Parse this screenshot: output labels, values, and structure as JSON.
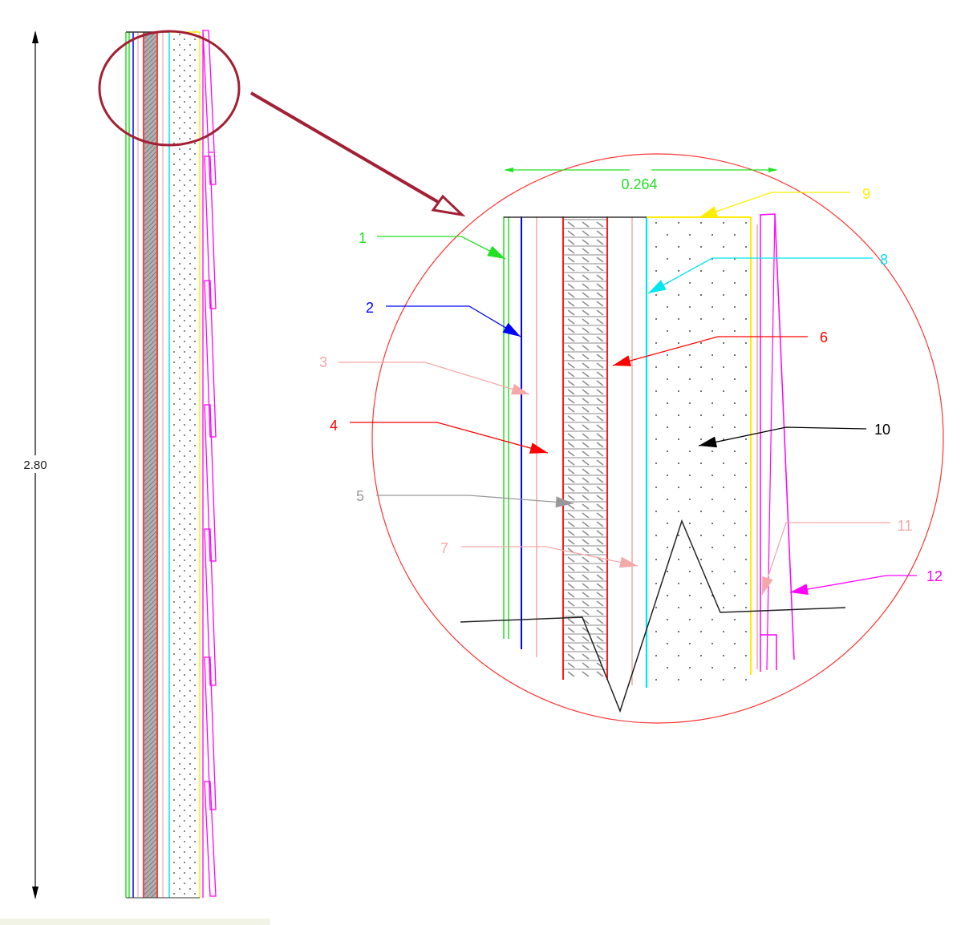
{
  "overall": {
    "height_label": "2.80"
  },
  "detail": {
    "width_label": "0.264"
  },
  "callouts": [
    {
      "number": "1",
      "color": "#22e022"
    },
    {
      "number": "2",
      "color": "#0000ff"
    },
    {
      "number": "3",
      "color": "#f4a8a8"
    },
    {
      "number": "4",
      "color": "#ff0000"
    },
    {
      "number": "5",
      "color": "#999999"
    },
    {
      "number": "6",
      "color": "#ff0000"
    },
    {
      "number": "7",
      "color": "#f4a8a8"
    },
    {
      "number": "8",
      "color": "#00e5ee"
    },
    {
      "number": "9",
      "color": "#ffee00"
    },
    {
      "number": "10",
      "color": "#000000"
    },
    {
      "number": "11",
      "color": "#f4a8a8"
    },
    {
      "number": "12",
      "color": "#ff00ff"
    }
  ],
  "colors": {
    "magnifier_circle": "#a31f34",
    "detail_circle": "#ff3333",
    "pointer_arrow": "#a31f34"
  }
}
